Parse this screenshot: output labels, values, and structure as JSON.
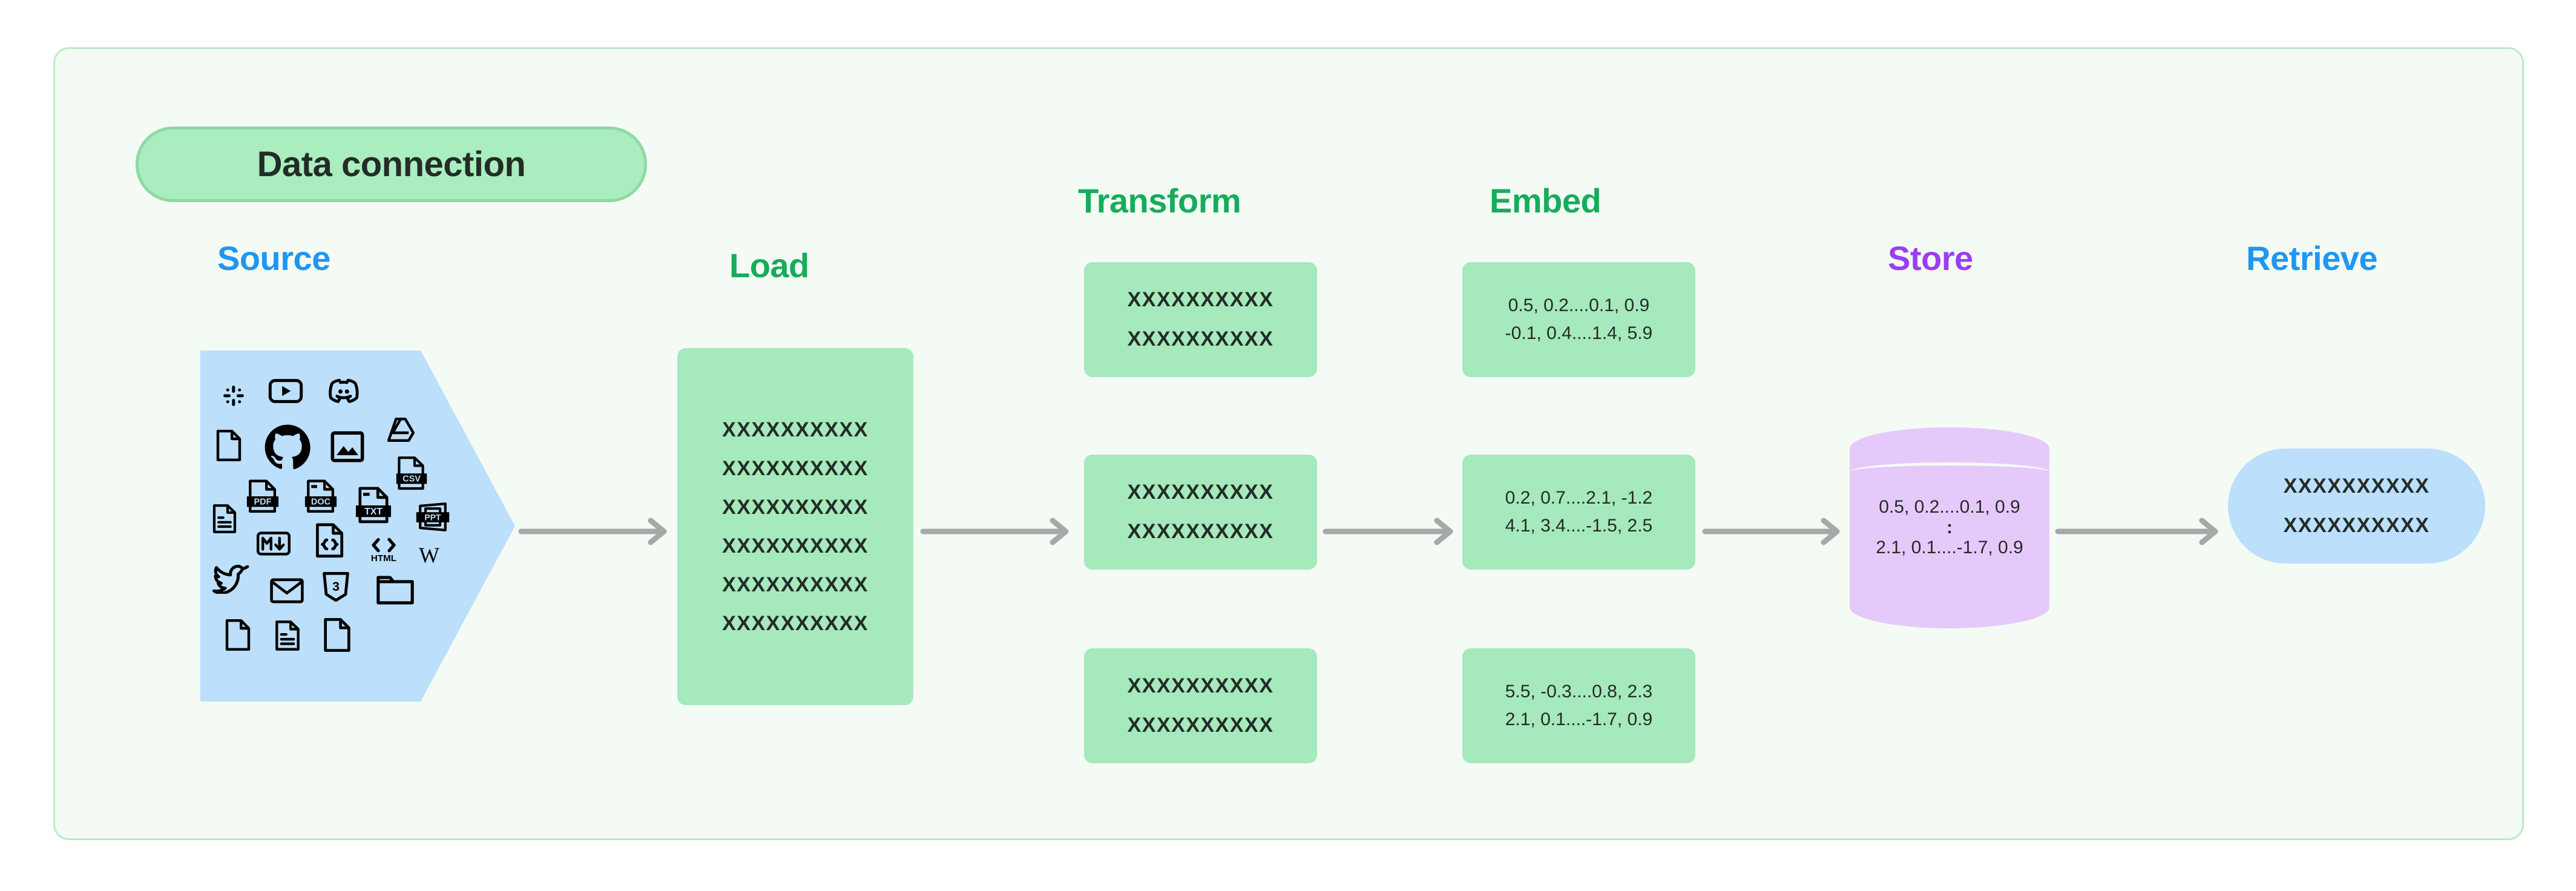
{
  "badge": {
    "label": "Data connection"
  },
  "colors": {
    "frame_bg": "#f4fbf4",
    "frame_border": "#b9ecc6",
    "badge_bg": "#aaedbf",
    "badge_border": "#8fd9a6",
    "green_box": "#a5e9bd",
    "blue_shape": "#bcdffb",
    "purple_cylinder": "#e6c9fb",
    "arrow_gray": "#a8a8a8",
    "label_blue": "#1f96f3",
    "label_green": "#17ac5b",
    "label_purple": "#9b3df5",
    "text_dark": "#232c27"
  },
  "stages": [
    {
      "id": "source",
      "label": "Source",
      "color": "#1f96f3"
    },
    {
      "id": "load",
      "label": "Load",
      "color": "#17ac5b"
    },
    {
      "id": "transform",
      "label": "Transform",
      "color": "#17ac5b"
    },
    {
      "id": "embed",
      "label": "Embed",
      "color": "#17ac5b"
    },
    {
      "id": "store",
      "label": "Store",
      "color": "#9b3df5"
    },
    {
      "id": "retrieve",
      "label": "Retrieve",
      "color": "#1f96f3"
    }
  ],
  "source": {
    "shape": "pentagon-arrow-right",
    "icons": [
      "slack-icon",
      "youtube-icon",
      "discord-icon",
      "file-blank-icon",
      "github-icon",
      "image-icon",
      "google-drive-icon",
      "file-lines-icon",
      "pdf-file-icon",
      "doc-file-icon",
      "txt-file-icon",
      "csv-file-icon",
      "ppt-file-icon",
      "markdown-icon",
      "json-file-icon",
      "html-icon",
      "wikipedia-icon",
      "twitter-icon",
      "email-icon",
      "css3-icon",
      "folder-icon",
      "file-blank-icon-2",
      "file-lines-icon-2",
      "file-blank-icon-3"
    ]
  },
  "load": {
    "rows": [
      "XXXXXXXXXX",
      "XXXXXXXXXX",
      "XXXXXXXXXX",
      "XXXXXXXXXX",
      "XXXXXXXXXX",
      "XXXXXXXXXX"
    ]
  },
  "transform": {
    "boxes": [
      {
        "line1": "XXXXXXXXXX",
        "line2": "XXXXXXXXXX"
      },
      {
        "line1": "XXXXXXXXXX",
        "line2": "XXXXXXXXXX"
      },
      {
        "line1": "XXXXXXXXXX",
        "line2": "XXXXXXXXXX"
      }
    ]
  },
  "embed": {
    "boxes": [
      {
        "line1": "0.5, 0.2....0.1, 0.9",
        "line2": "-0.1, 0.4....1.4, 5.9"
      },
      {
        "line1": "0.2, 0.7....2.1, -1.2",
        "line2": "4.1, 3.4....-1.5, 2.5"
      },
      {
        "line1": "5.5, -0.3....0.8, 2.3",
        "line2": "2.1, 0.1....-1.7, 0.9"
      }
    ]
  },
  "store": {
    "line1": "0.5, 0.2....0.1, 0.9",
    "ellipsis": ":",
    "line2": "2.1, 0.1....-1.7, 0.9"
  },
  "retrieve": {
    "line1": "XXXXXXXXXX",
    "line2": "XXXXXXXXXX"
  },
  "arrows": [
    {
      "from": "source",
      "to": "load"
    },
    {
      "from": "load",
      "to": "transform"
    },
    {
      "from": "transform",
      "to": "embed"
    },
    {
      "from": "embed",
      "to": "store"
    },
    {
      "from": "store",
      "to": "retrieve"
    }
  ]
}
